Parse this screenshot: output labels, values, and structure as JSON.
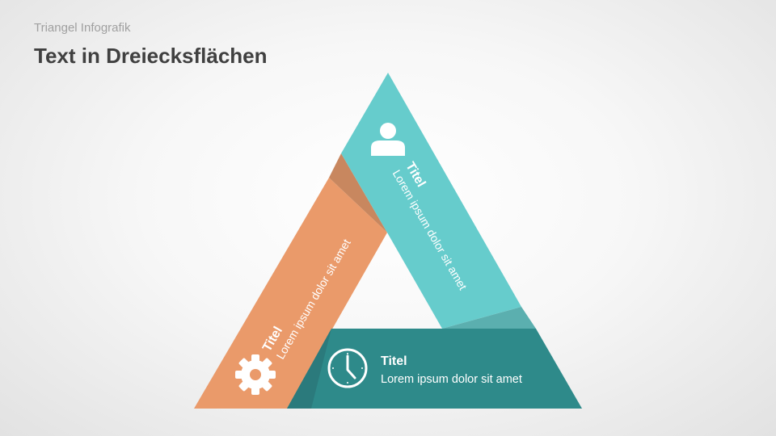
{
  "header": {
    "subtitle": "Triangel Infografik",
    "title": "Text in Dreiecksflächen"
  },
  "segments": [
    {
      "id": "top",
      "icon": "user-icon",
      "title": "Titel",
      "text": "Lorem ipsum dolor sit amet",
      "color": "#66CCCC"
    },
    {
      "id": "left",
      "icon": "gear-icon",
      "title": "Titel",
      "text": "Lorem ipsum dolor sit amet",
      "color": "#EA9A6A"
    },
    {
      "id": "bottom",
      "icon": "clock-icon",
      "title": "Titel",
      "text": "Lorem ipsum dolor sit amet",
      "color": "#2E8A8A"
    }
  ]
}
